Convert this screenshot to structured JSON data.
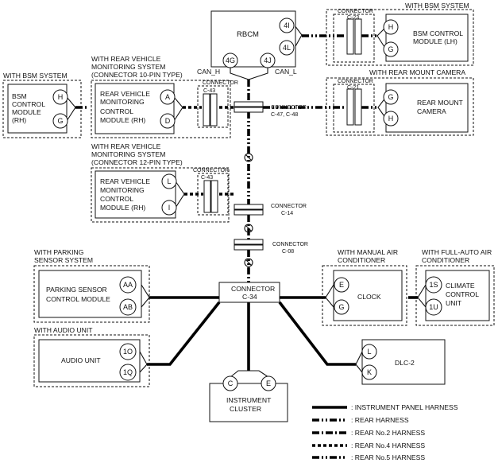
{
  "groups": {
    "bsm_top": "WITH BSM SYSTEM",
    "bsm_left": "WITH BSM SYSTEM",
    "rvm10_line1": "WITH REAR VEHICLE",
    "rvm10_line2": "MONITORING SYSTEM",
    "rvm10_line3": "(CONNECTOR 10-PIN TYPE)",
    "rear_cam": "WITH REAR MOUNT CAMERA",
    "rvm12_line1": "WITH REAR VEHICLE",
    "rvm12_line2": "MONITORING SYSTEM",
    "rvm12_line3": "(CONNECTOR 12-PIN TYPE)",
    "parking_line1": "WITH PARKING",
    "parking_line2": "SENSOR SYSTEM",
    "audio": "WITH AUDIO UNIT",
    "manual_ac_line1": "WITH MANUAL AIR",
    "manual_ac_line2": "CONDITIONER",
    "auto_ac_line1": "WITH FULL-AUTO AIR",
    "auto_ac_line2": "CONDITIONER"
  },
  "modules": {
    "rbcm": "RBCM",
    "bsm_lh_line1": "BSM CONTROL",
    "bsm_lh_line2": "MODULE (LH)",
    "bsm_rh_line1": "BSM",
    "bsm_rh_line2": "CONTROL",
    "bsm_rh_line3": "MODULE",
    "bsm_rh_line4": "(RH)",
    "rvm10_line1": "REAR VEHICLE",
    "rvm10_line2": "MONITORING",
    "rvm10_line3": "CONTROL",
    "rvm10_line4": "MODULE (RH)",
    "rvm12_line1": "REAR VEHICLE",
    "rvm12_line2": "MONITORING",
    "rvm12_line3": "CONTROL",
    "rvm12_line4": "MODULE (RH)",
    "camera_line1": "REAR MOUNT",
    "camera_line2": "CAMERA",
    "parking_line1": "PARKING SENSOR",
    "parking_line2": "CONTROL MODULE",
    "audio": "AUDIO UNIT",
    "clock": "CLOCK",
    "climate_line1": "CLIMATE",
    "climate_line2": "CONTROL",
    "climate_line3": "UNIT",
    "dlc": "DLC-2",
    "cluster_line1": "INSTRUMENT",
    "cluster_line2": "CLUSTER"
  },
  "pins": {
    "rbcm_4i": "4I",
    "rbcm_4l": "4L",
    "rbcm_4g": "4G",
    "rbcm_4j": "4J",
    "bsm_lh_h": "H",
    "bsm_lh_g": "G",
    "bsm_rh_h": "H",
    "bsm_rh_g": "G",
    "rvm10_a": "A",
    "rvm10_d": "D",
    "rvm12_l": "L",
    "rvm12_i": "I",
    "cam_g": "G",
    "cam_h": "H",
    "park_aa": "AA",
    "park_ab": "AB",
    "audio_1o": "1O",
    "audio_1q": "1Q",
    "clock_e": "E",
    "clock_g": "G",
    "climate_1s": "1S",
    "climate_1u": "1U",
    "dlc_l": "L",
    "dlc_k": "K",
    "cluster_c": "C",
    "cluster_e": "E"
  },
  "connectors": {
    "c23_label": "CONNECTOR",
    "c23_id": "C-23",
    "c21_label": "CONNECTOR",
    "c21_id": "C-21",
    "c43a_label": "CONNECTOR",
    "c43a_id": "C-43",
    "c43b_label": "CONNECTOR",
    "c43b_id": "C-43",
    "c47_label": "CONNECTOR",
    "c47_id": "C-47, C-48",
    "c14_label": "CONNECTOR",
    "c14_id": "C-14",
    "c08_label": "CONNECTOR",
    "c08_id": "C-08",
    "c34_label": "CONNECTOR",
    "c34_id": "C-34"
  },
  "signals": {
    "can_h": "CAN_H",
    "can_l": "CAN_L"
  },
  "legend": [
    {
      "style": "ip",
      "label": ": INSTRUMENT PANEL HARNESS"
    },
    {
      "style": "rear",
      "label": ": REAR HARNESS"
    },
    {
      "style": "r2",
      "label": ": REAR No.2 HARNESS"
    },
    {
      "style": "r4",
      "label": ": REAR No.4 HARNESS"
    },
    {
      "style": "r5",
      "label": ": REAR No.5 HARNESS"
    }
  ]
}
